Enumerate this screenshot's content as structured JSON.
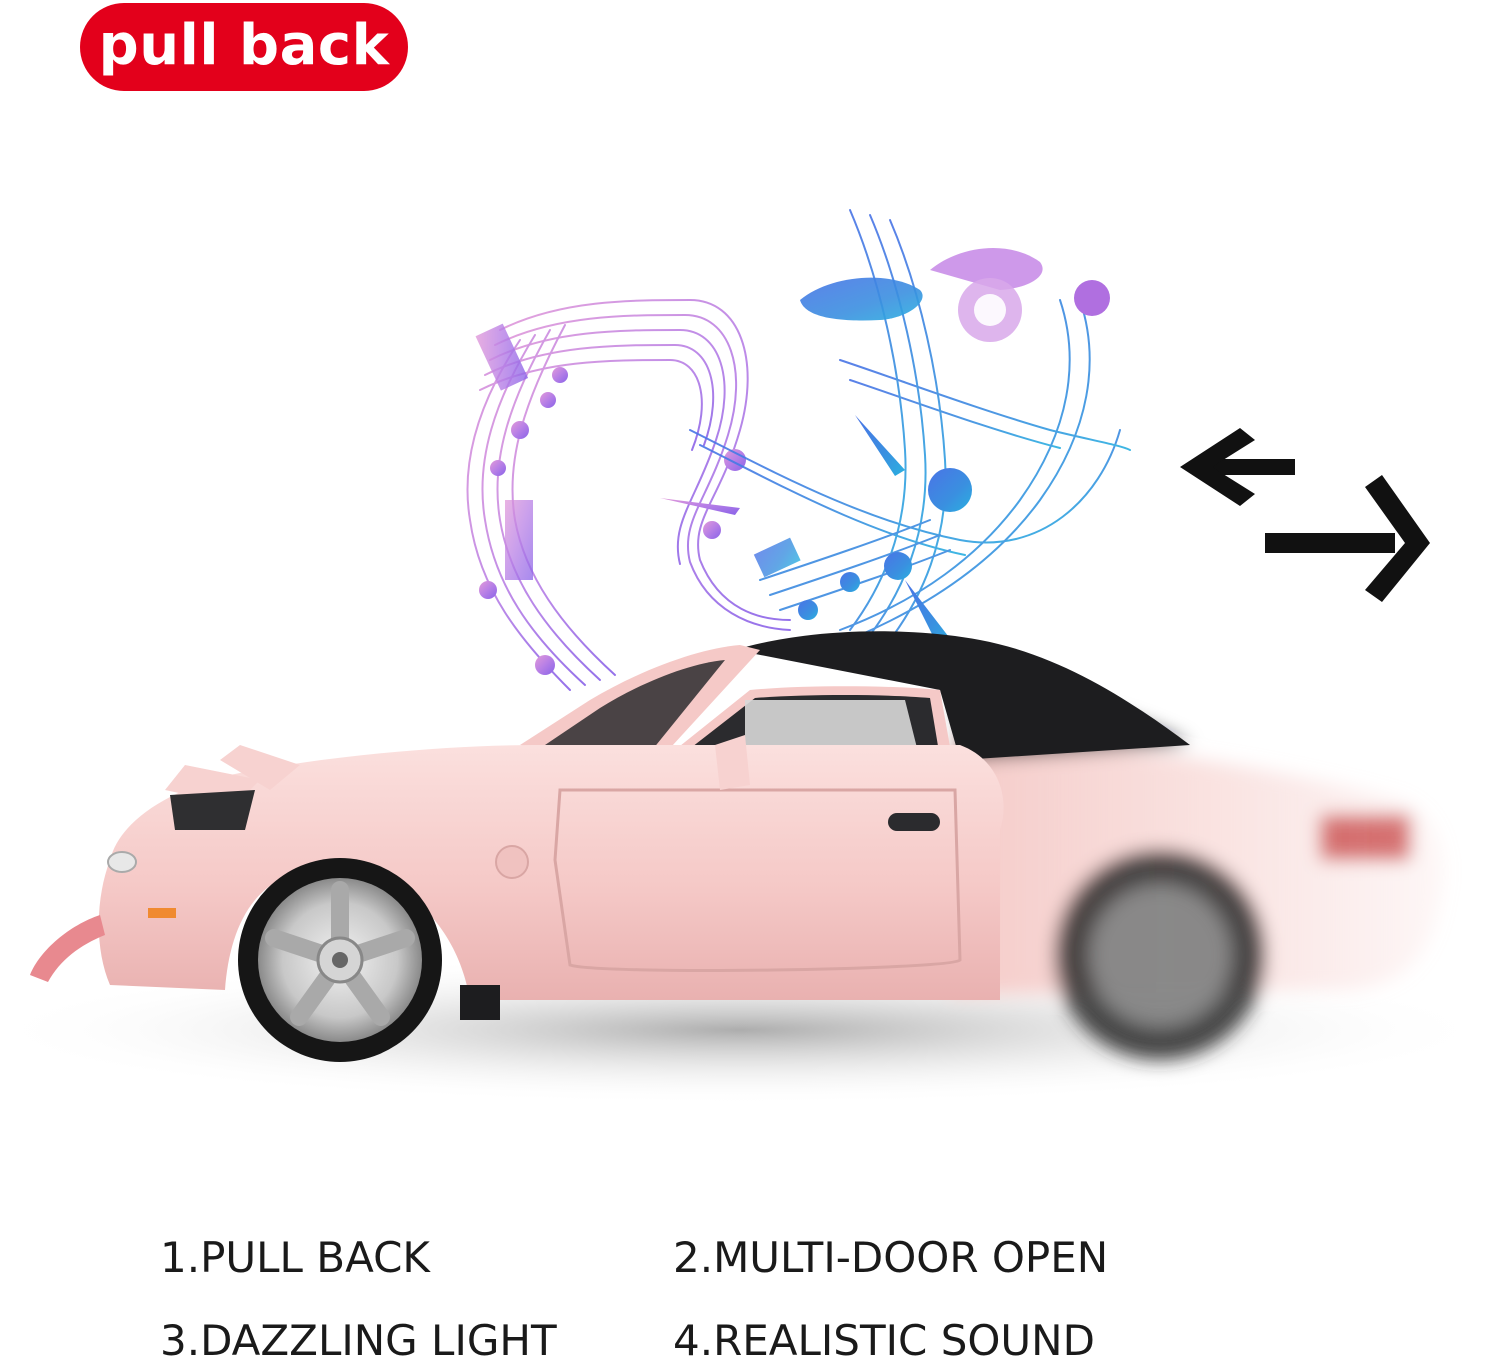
{
  "badge": {
    "label": "pull back",
    "color": "#e3001b"
  },
  "features": [
    "1.PULL BACK",
    "2.MULTI-DOOR OPEN",
    "3.DAZZLING LIGHT",
    "4.REALISTIC SOUND"
  ],
  "car_color": "#f6cfcd",
  "roof_color": "#1d1d1f",
  "icons": [
    "music-notes-icon",
    "back-and-forth-arrows-icon"
  ]
}
